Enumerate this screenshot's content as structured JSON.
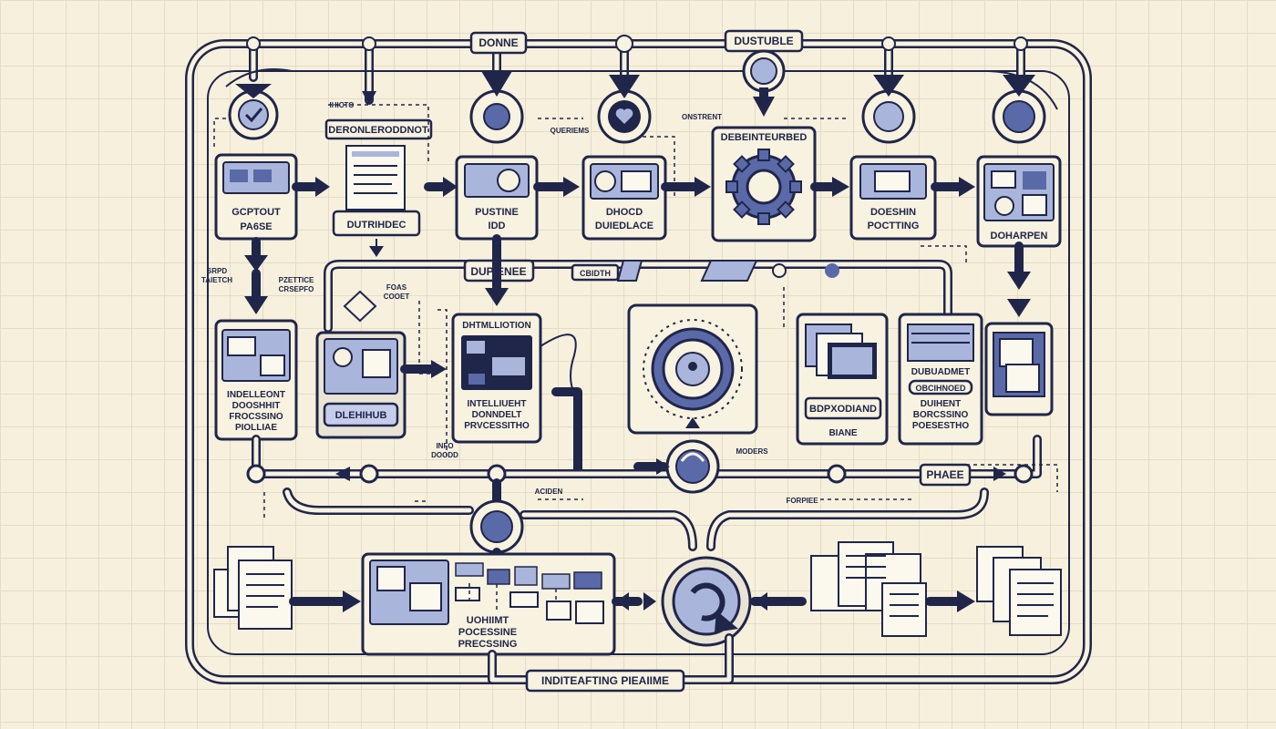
{
  "top_tags": {
    "done": "DONNE",
    "dustuble": "DUSTUBLE"
  },
  "row1": {
    "card1": "GCPTOUT\nPA6SE",
    "doc_header": "DERONLERODDNOT",
    "doc_footer": "DUTRIHDEC",
    "card3": "PUSTINE\nIDD",
    "card4": "DHOCD\nDUIEDLACE",
    "gear_header": "DEBEINTEURBED",
    "card6": "DOESHIN\nPOCTTING",
    "card7": "DOHARPEN"
  },
  "middle_tag": "DUPIENEE",
  "middle_small": "CBIDTH",
  "row2": {
    "card1": "INDELLEONT\nDOOSHHIT\nFROCSSINO\nPIOLLIAE",
    "card2_button": "DLEHIHUB",
    "card3_header": "DHTMLLIOTION",
    "card3_text": "INTELLIUEHT\nDONNDELT\nPRVCESSITHO",
    "card5_title": "BDPXODIAND",
    "card5_sub": "BIANE",
    "card6_title": "DUBUADMET",
    "card6_badge": "OBCIHNOED",
    "card6_text": "DUIHENT\nBORCSSINO\nPOESESTHO"
  },
  "phase_tag": "PHAEE",
  "row3": {
    "process_card": "UOHIIMT\nPOCESSINE\nPRECSSING"
  },
  "bottom_tag": "INDITEAFTING PIEAIIME",
  "annotations": {
    "a1": "IHICTO",
    "a2": "QUERIEMS",
    "a3": "ONSTRENT",
    "a4": "FOAS\nCOOET",
    "a5": "PZETTICE\nCRSEPFO",
    "a6": "SRPD\nTAIETCH",
    "a7": "INFO\nDOODD",
    "a8": "ACIDEN",
    "a9": "MODERS",
    "a10": "FORPIEE"
  }
}
